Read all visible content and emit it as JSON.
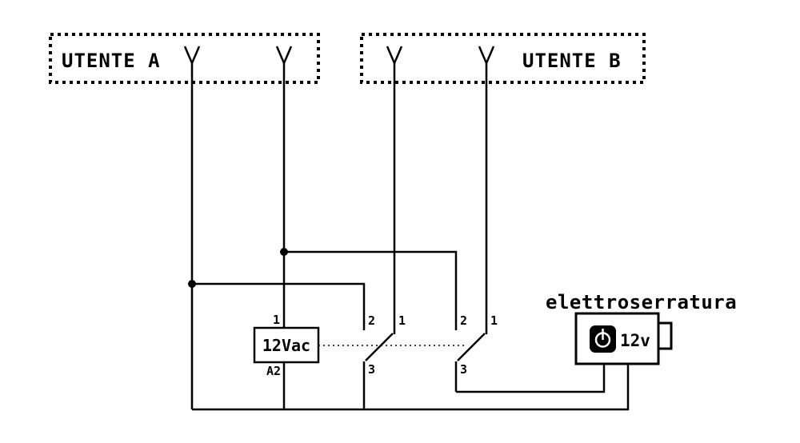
{
  "colors": {
    "background": "#ffffff",
    "line": "#000000"
  },
  "utente_a": {
    "label": "UTENTE A"
  },
  "utente_b": {
    "label": "UTENTE B"
  },
  "coil": {
    "label": "12Vac",
    "terminal_top": "1",
    "terminal_bottom": "A2"
  },
  "contacts": [
    {
      "terminal_top_left": "2",
      "terminal_top_right": "1",
      "terminal_bottom": "3"
    },
    {
      "terminal_top_left": "2",
      "terminal_top_right": "1",
      "terminal_bottom": "3"
    }
  ],
  "lock": {
    "title": "elettroserratura",
    "voltage": "12v"
  }
}
